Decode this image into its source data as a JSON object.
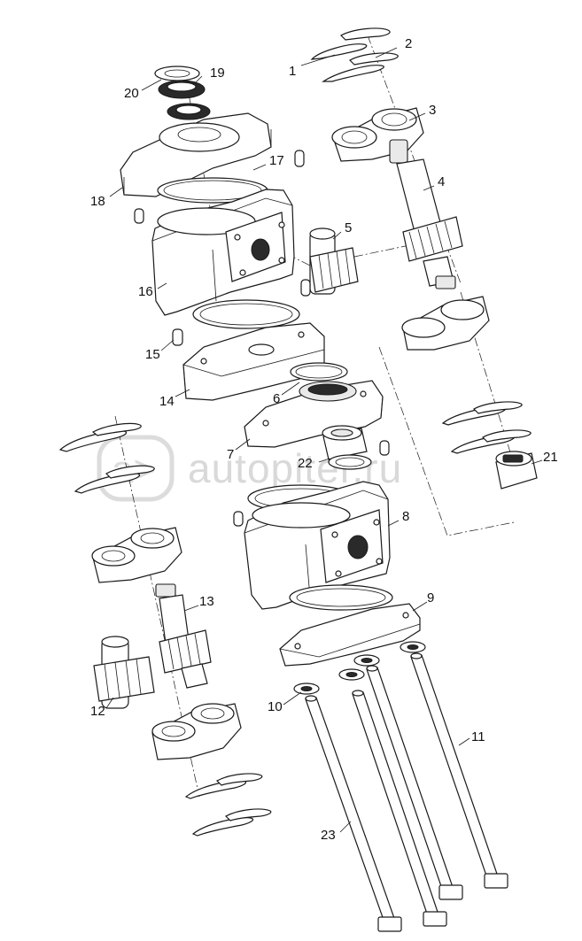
{
  "watermark": {
    "text": "autopiter.ru"
  },
  "callouts": [
    "1",
    "2",
    "3",
    "4",
    "5",
    "6",
    "7",
    "8",
    "9",
    "10",
    "11",
    "12",
    "13",
    "14",
    "15",
    "16",
    "17",
    "18",
    "19",
    "20",
    "21",
    "22",
    "23"
  ]
}
